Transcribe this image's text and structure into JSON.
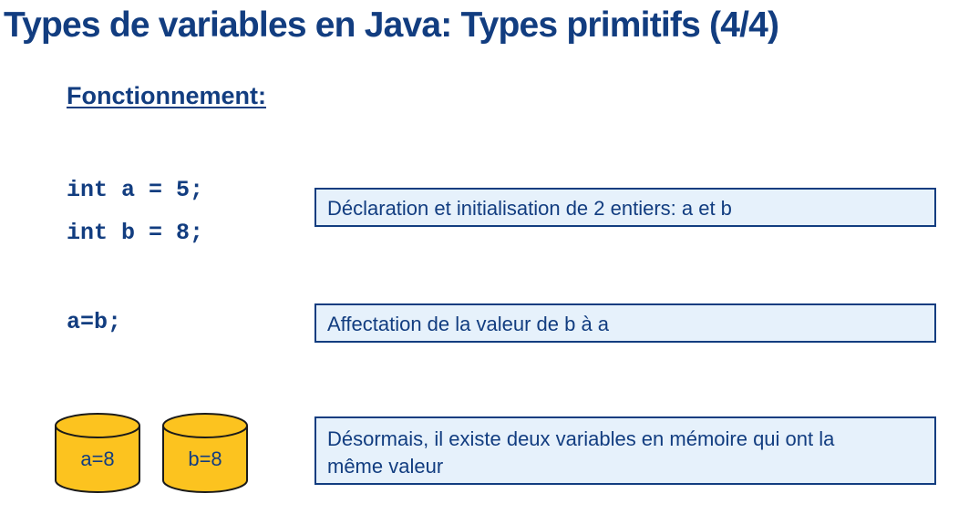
{
  "slide": {
    "title": "Types de variables en Java: Types primitifs (4/4)",
    "subtitle": "Fonctionnement:"
  },
  "code": {
    "line1": "int a = 5;",
    "line2": "int b = 8;",
    "line3": "a=b;"
  },
  "notes": {
    "declaration": "Déclaration et initialisation de 2 entiers: a et b",
    "affectation": "Affectation de la valeur de b à a",
    "memoire_line1": "Désormais, il existe deux variables en mémoire qui ont la",
    "memoire_line2": "même valeur"
  },
  "memory": {
    "var_a": "a=8",
    "var_b": "b=8"
  },
  "colors": {
    "title": "#123d80",
    "note_background": "#e6f1fb",
    "note_border": "#123d80",
    "barrel_fill": "#fcc31f",
    "barrel_stroke": "#1a1a1a"
  }
}
